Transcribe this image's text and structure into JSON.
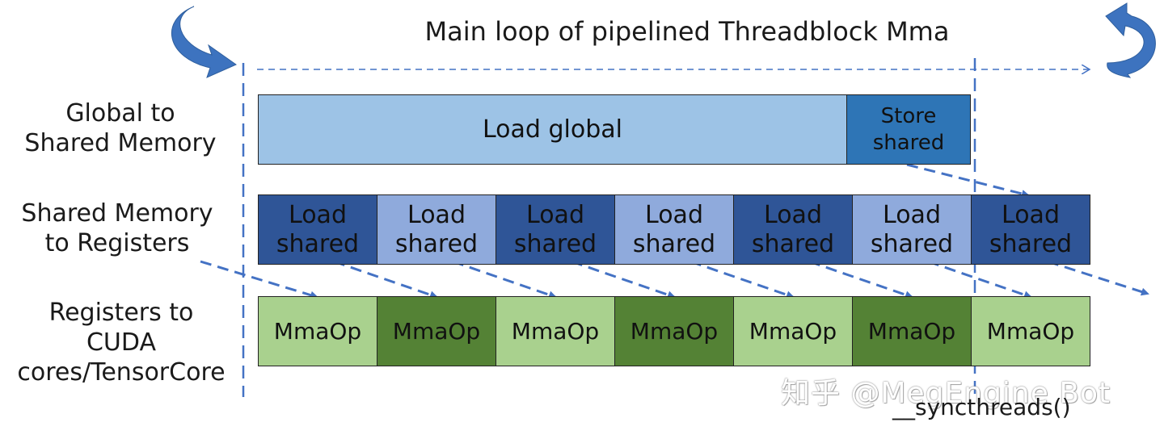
{
  "title": "Main loop of pipelined Threadblock Mma",
  "row_labels": [
    {
      "line1": "Global to",
      "line2": "Shared Memory"
    },
    {
      "line1": "Shared Memory",
      "line2": "to Registers"
    },
    {
      "line1": "Registers to",
      "line2": "CUDA",
      "line3": "cores/TensorCore"
    }
  ],
  "global_row": {
    "load_global": "Load global",
    "store_line1": "Store",
    "store_line2": "shared"
  },
  "shared_row": [
    {
      "line1": "Load",
      "line2": "shared",
      "tone": "dark"
    },
    {
      "line1": "Load",
      "line2": "shared",
      "tone": "light"
    },
    {
      "line1": "Load",
      "line2": "shared",
      "tone": "dark"
    },
    {
      "line1": "Load",
      "line2": "shared",
      "tone": "light"
    },
    {
      "line1": "Load",
      "line2": "shared",
      "tone": "dark"
    },
    {
      "line1": "Load",
      "line2": "shared",
      "tone": "light"
    },
    {
      "line1": "Load",
      "line2": "shared",
      "tone": "dark"
    }
  ],
  "mma_row": [
    {
      "label": "MmaOp",
      "tone": "light"
    },
    {
      "label": "MmaOp",
      "tone": "dark"
    },
    {
      "label": "MmaOp",
      "tone": "light"
    },
    {
      "label": "MmaOp",
      "tone": "dark"
    },
    {
      "label": "MmaOp",
      "tone": "light"
    },
    {
      "label": "MmaOp",
      "tone": "dark"
    },
    {
      "label": "MmaOp",
      "tone": "light"
    }
  ],
  "sync_label": "__syncthreads()",
  "watermark": "知乎 @MegEngine Bot",
  "colors": {
    "load_global": "#9dc3e6",
    "store_shared": "#2e75b6",
    "shared_dark": "#2f5597",
    "shared_light": "#8faadc",
    "mma_light": "#a9d18e",
    "mma_dark": "#548235",
    "arrow": "#4472c4",
    "curved_arrow": "#3d73bf"
  }
}
